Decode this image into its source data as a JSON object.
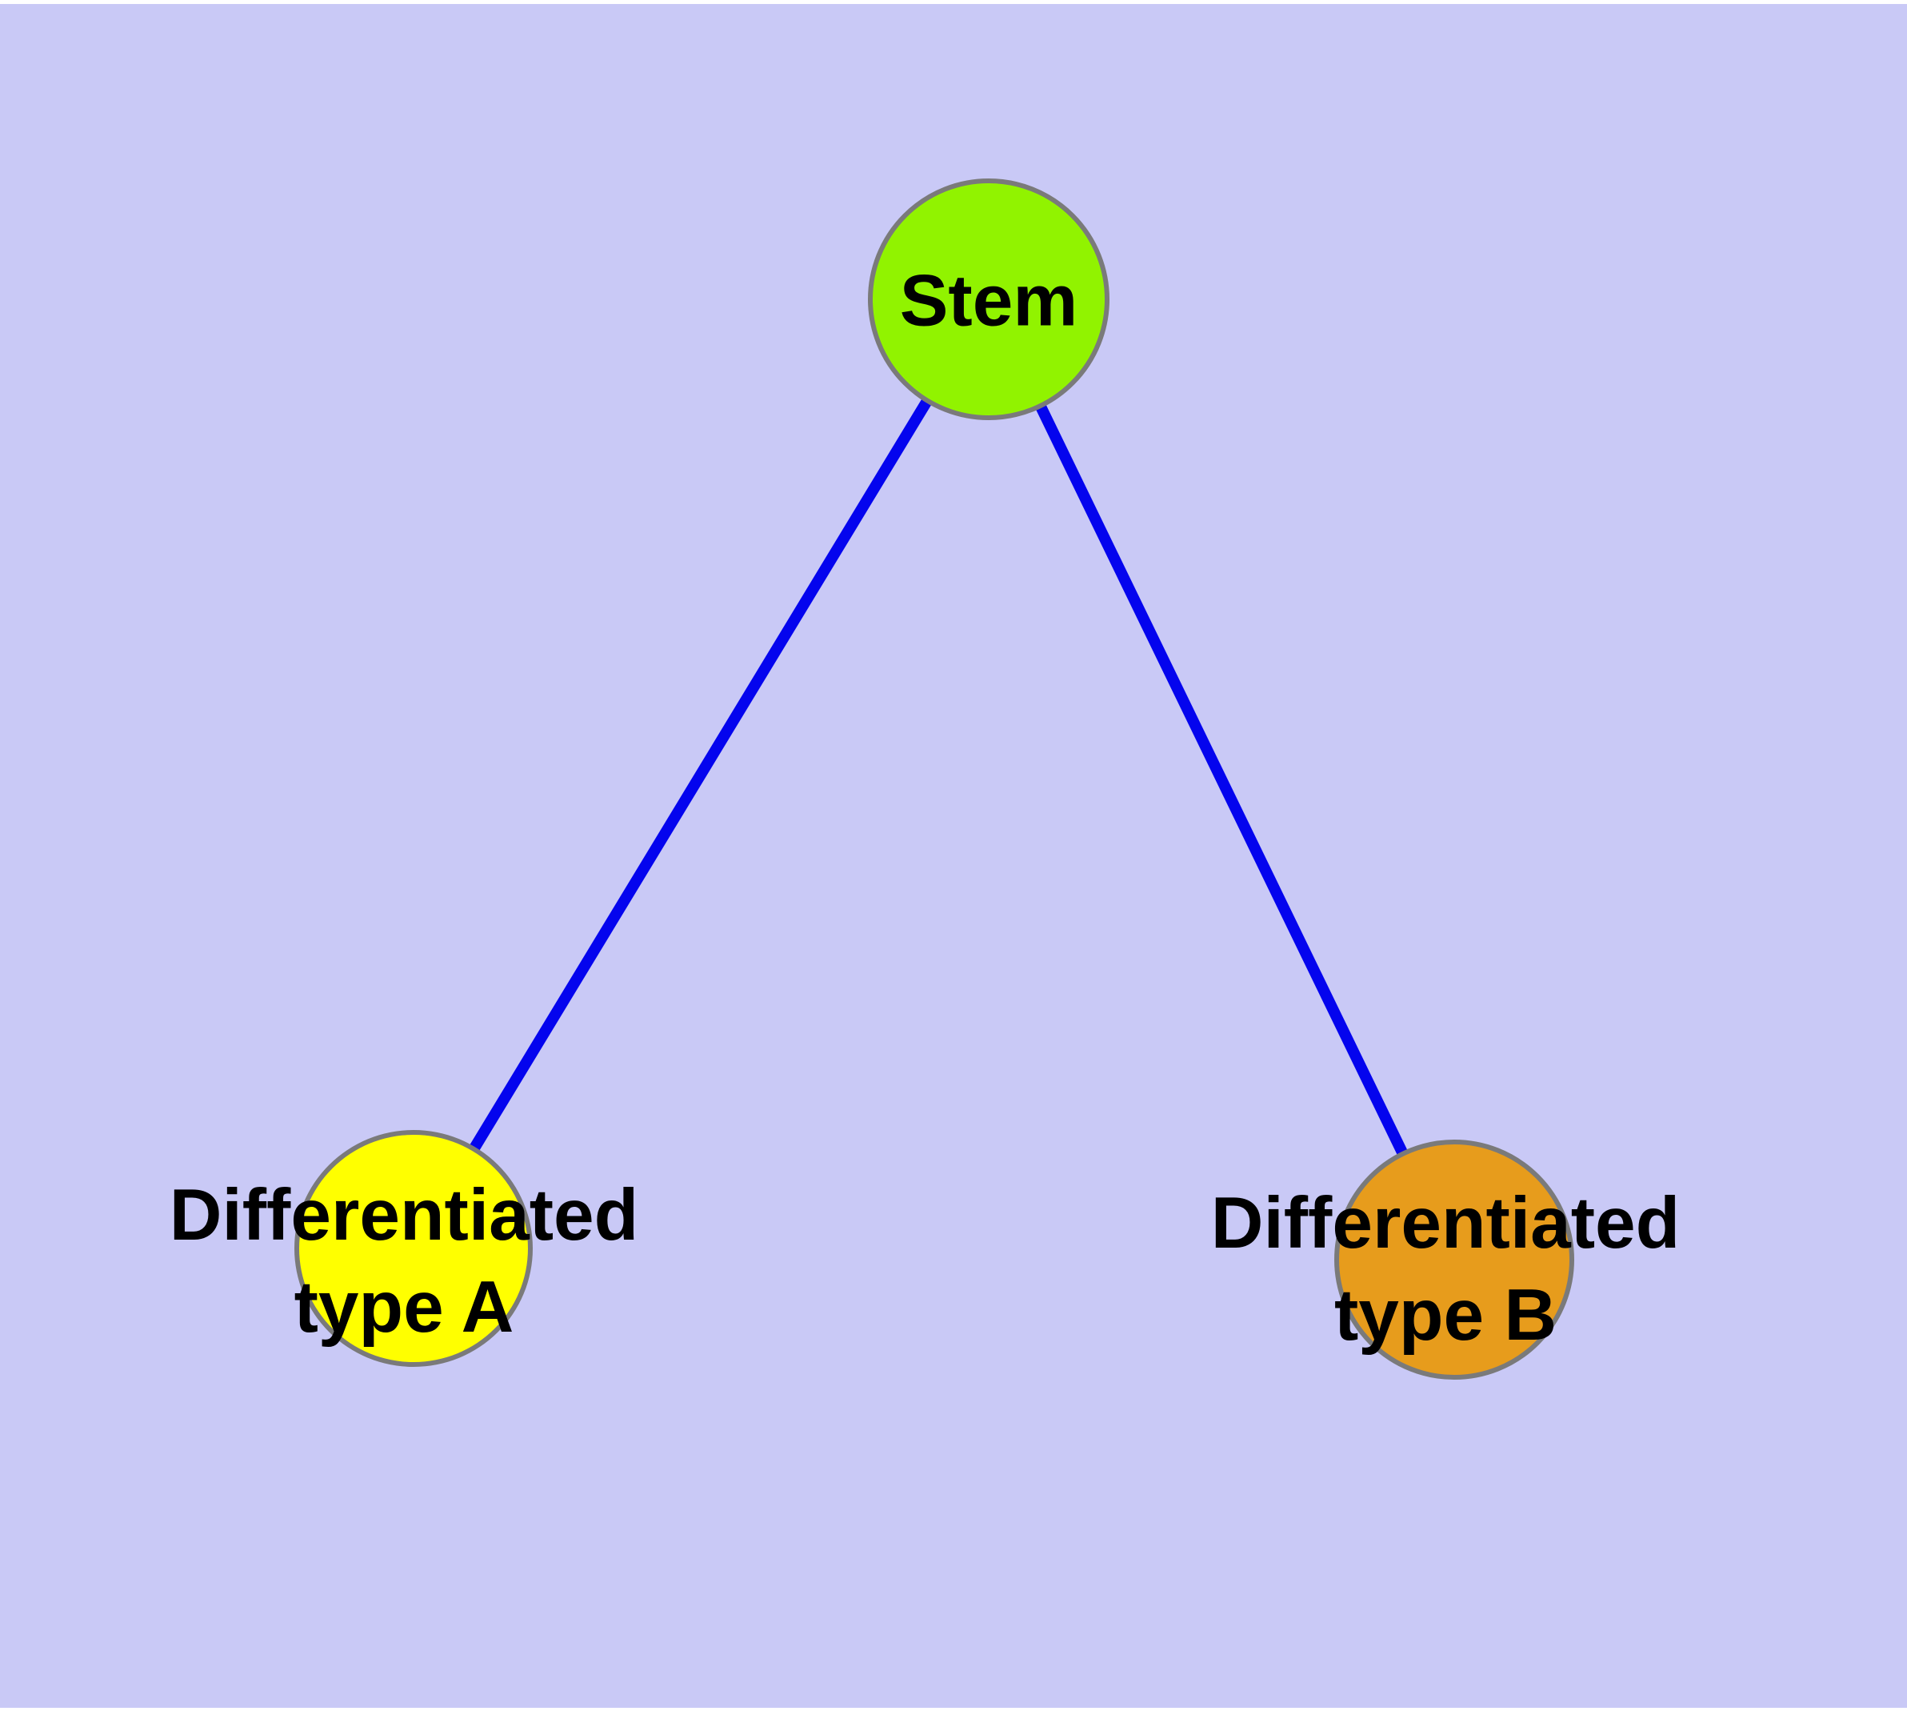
{
  "diagram": {
    "background_color": "#c9c9f6",
    "margin_color": "#ffffff",
    "edge_color": "#0404ee",
    "node_border_color": "#7a7a7a",
    "label_color": "#000000",
    "nodes": {
      "stem": {
        "id": "stem",
        "label": "Stem",
        "fill": "#91f300"
      },
      "type_a": {
        "id": "type_a",
        "label_line1": "Differentiated",
        "label_line2": "type A",
        "fill": "#ffff00"
      },
      "type_b": {
        "id": "type_b",
        "label_line1": "Differentiated",
        "label_line2": "type B",
        "fill": "#e79c1c"
      }
    },
    "edges": [
      {
        "from": "Stem",
        "to": "Differentiated type A"
      },
      {
        "from": "Stem",
        "to": "Differentiated type B"
      }
    ]
  }
}
